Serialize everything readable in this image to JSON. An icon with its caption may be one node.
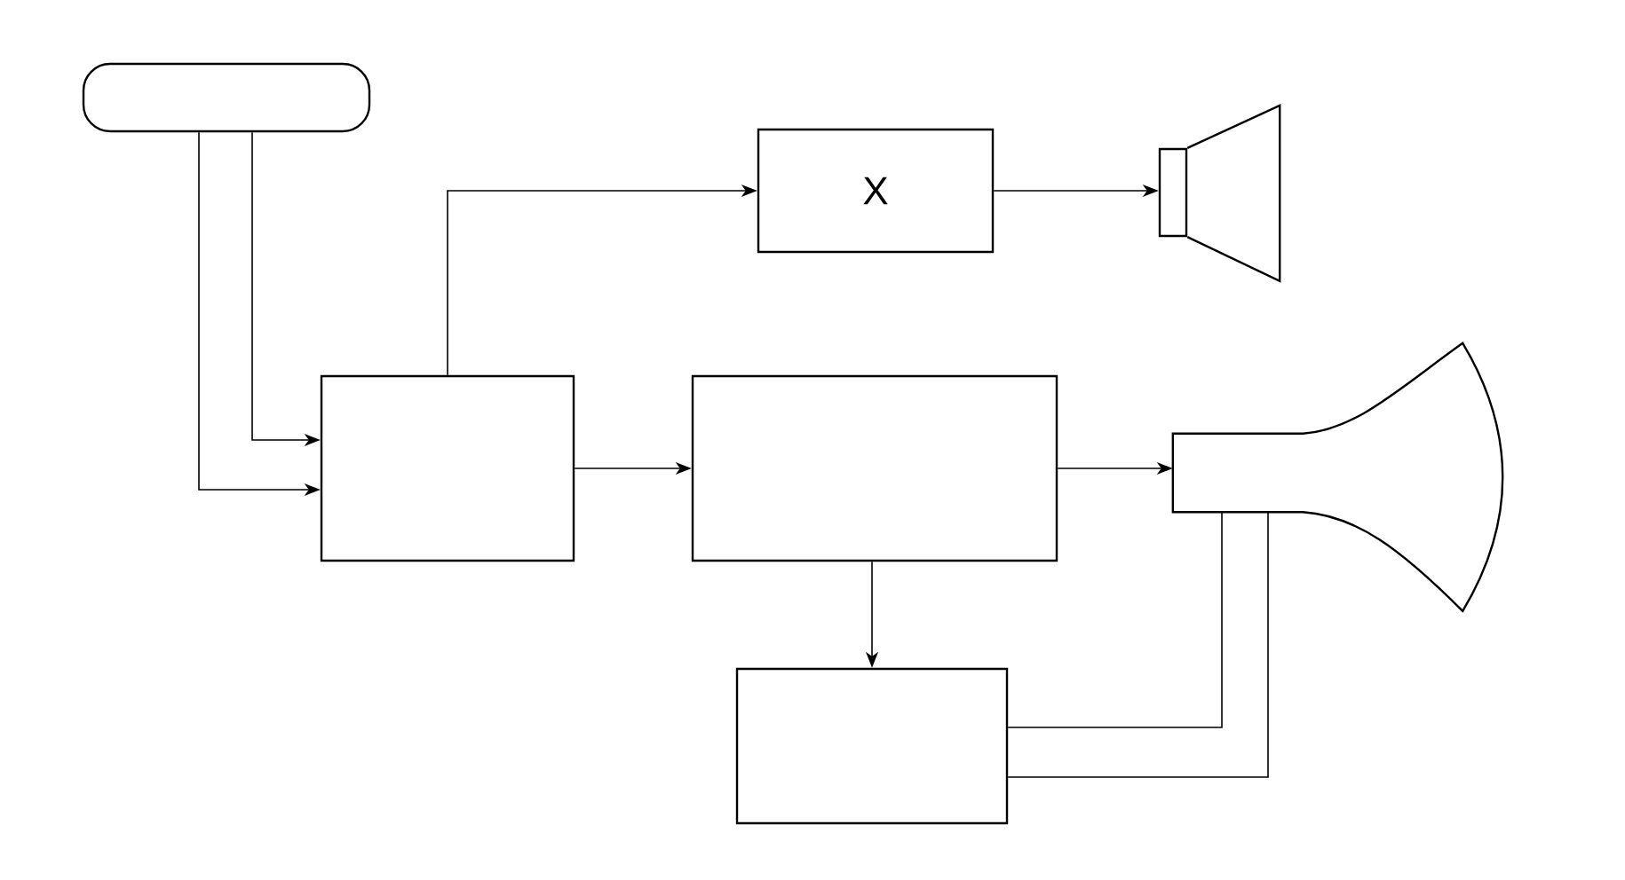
{
  "diagram": {
    "nodes": [
      {
        "text": [],
        "shape": "bar"
      },
      {
        "text": [],
        "shape": "box"
      },
      {
        "text": [
          "X"
        ]
      },
      {
        "text": [],
        "shape": "picture"
      },
      {
        "text": [],
        "shape": "box"
      },
      {
        "text": [],
        "shape": "picture"
      },
      {
        "text": [],
        "shape": "box"
      }
    ],
    "edges": [
      {
        "from": 0,
        "to": 1,
        "arrow": "to"
      },
      {
        "from": 0,
        "to": 1,
        "arrow": "to"
      },
      {
        "from": 1,
        "to": 2,
        "arrow": "to"
      },
      {
        "from": 2,
        "to": 3,
        "arrow": "to"
      },
      {
        "from": 1,
        "to": 4,
        "arrow": "to"
      },
      {
        "from": 4,
        "to": 5,
        "arrow": "to"
      },
      {
        "from": 4,
        "to": 6,
        "arrow": "to"
      },
      {
        "from": 5,
        "to": 6,
        "arrow": "none"
      },
      {
        "from": 5,
        "to": 6,
        "arrow": "none"
      }
    ]
  }
}
